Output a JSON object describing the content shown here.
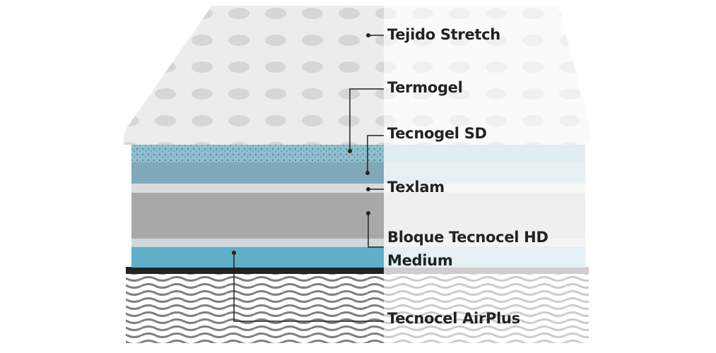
{
  "diagram": {
    "layers": [
      {
        "id": "tejido",
        "label": "Tejido Stretch"
      },
      {
        "id": "termogel",
        "label": "Termogel"
      },
      {
        "id": "tecnogel",
        "label": "Tecnogel SD"
      },
      {
        "id": "texlam",
        "label": "Texlam"
      },
      {
        "id": "bloque",
        "label": "Bloque Tecnocel HD"
      },
      {
        "id": "medium",
        "label": "Medium"
      },
      {
        "id": "airplus",
        "label": "Tecnocel AirPlus"
      }
    ],
    "colors": {
      "termogel": "#8fbfcf",
      "tecnogel": "#7fa8b8",
      "bloque": "#a8a8a8",
      "medium": "#5fafc8",
      "leader": "#222222"
    }
  }
}
